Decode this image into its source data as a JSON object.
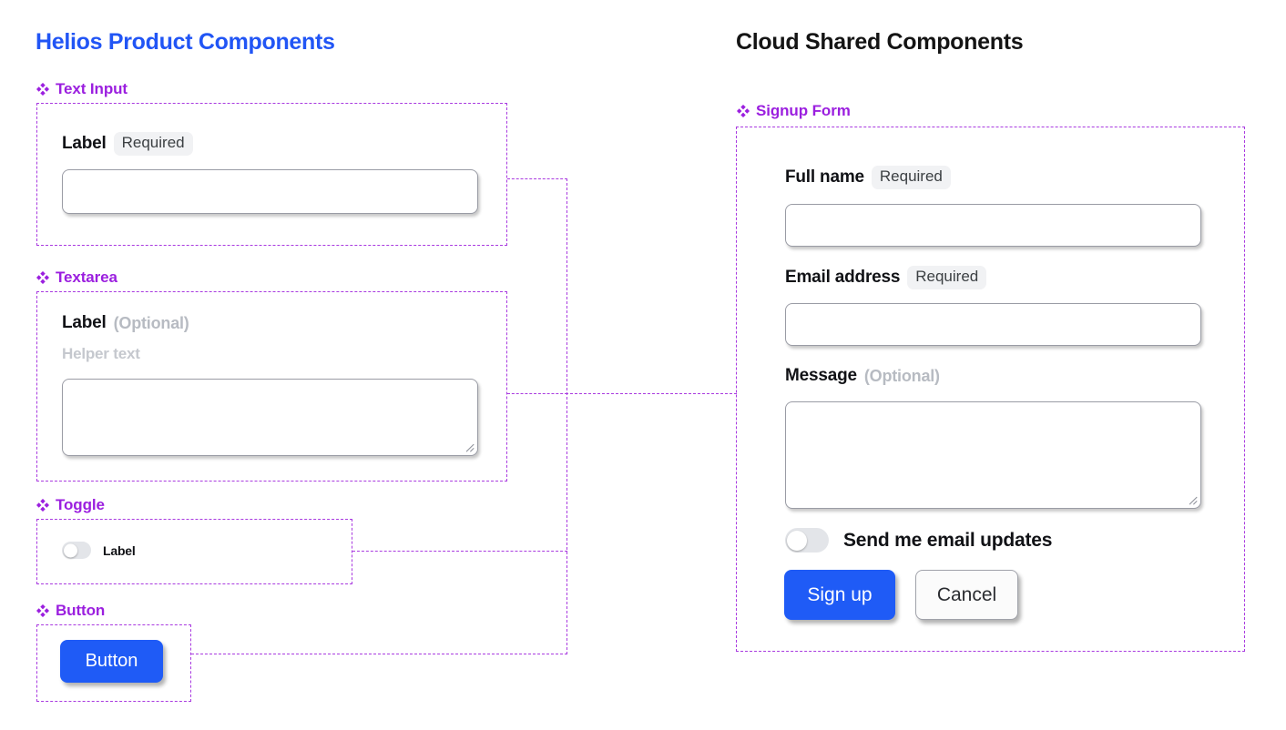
{
  "columns": {
    "left": {
      "title": "Helios Product Components"
    },
    "right": {
      "title": "Cloud Shared Components"
    }
  },
  "accents": {
    "title_blue": "#2155f5",
    "title_black": "#141414",
    "component_purple": "#9b1fdf",
    "frame_dashed": "#a93ae0",
    "primary_button": "#1f5bf6",
    "badge_bg": "#f1f2f4",
    "muted_text": "#b7bbc2"
  },
  "library": {
    "sections": [
      {
        "name": "text-input",
        "icon": "component-diamond-icon",
        "label": "Text Input",
        "field": {
          "label": "Label",
          "badge": "Required",
          "value": ""
        }
      },
      {
        "name": "textarea",
        "icon": "component-diamond-icon",
        "label": "Textarea",
        "field": {
          "label": "Label",
          "optional": "(Optional)",
          "helper": "Helper text",
          "value": ""
        }
      },
      {
        "name": "toggle",
        "icon": "component-diamond-icon",
        "label": "Toggle",
        "field": {
          "label": "Label",
          "state": "off"
        }
      },
      {
        "name": "button",
        "icon": "component-diamond-icon",
        "label": "Button",
        "field": {
          "label": "Button"
        }
      }
    ]
  },
  "signup_form": {
    "icon": "component-diamond-icon",
    "label": "Signup Form",
    "fields": {
      "full_name": {
        "label": "Full name",
        "badge": "Required",
        "value": ""
      },
      "email": {
        "label": "Email address",
        "badge": "Required",
        "value": ""
      },
      "message": {
        "label": "Message",
        "optional": "(Optional)",
        "value": ""
      },
      "updates_toggle": {
        "label": "Send me email updates",
        "state": "off"
      }
    },
    "actions": {
      "submit": "Sign up",
      "cancel": "Cancel"
    }
  }
}
